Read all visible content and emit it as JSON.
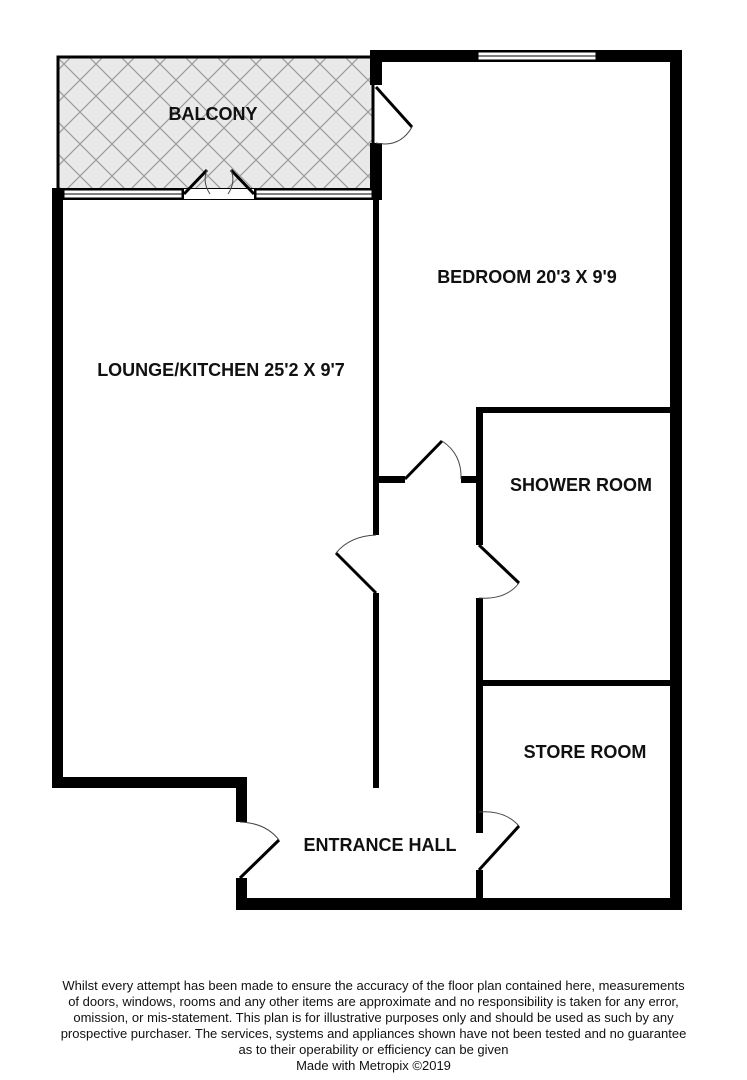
{
  "colors": {
    "wall": "#000000",
    "balcony_fill": "#e9e9e9",
    "balcony_hatch": "#9a9a9a",
    "door_swing": "#444444",
    "window_glass": "#ffffff"
  },
  "rooms": {
    "balcony": "BALCONY",
    "bedroom": "BEDROOM 20'3 X 9'9",
    "lounge_kitchen": "LOUNGE/KITCHEN 25'2 X 9'7",
    "shower_room": "SHOWER ROOM",
    "store_room": "STORE ROOM",
    "entrance_hall": "ENTRANCE HALL"
  },
  "disclaimer": {
    "lines": [
      "Whilst every attempt has been made to ensure the accuracy of the floor plan contained here, measurements",
      "of doors, windows, rooms and any other items are approximate and no responsibility is taken for any error,",
      "omission, or mis-statement. This plan is for illustrative purposes only and should be used as such by any",
      "prospective purchaser. The services, systems and appliances shown have not been tested and no guarantee",
      "as to their operability or efficiency can be given"
    ],
    "credit": "Made with Metropix ©2019"
  }
}
